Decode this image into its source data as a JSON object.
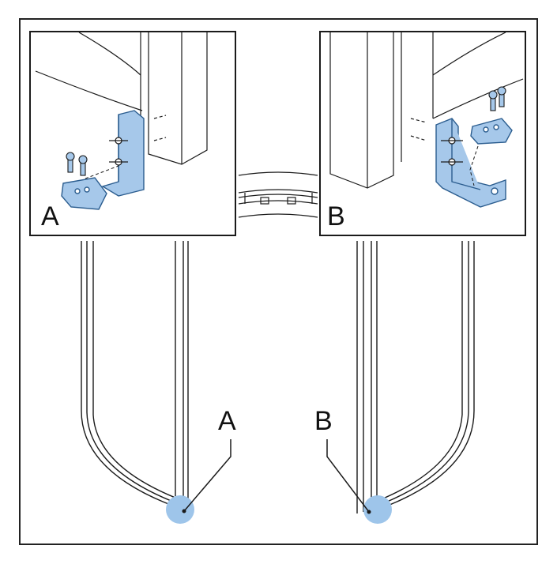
{
  "detail_a": {
    "label": "A"
  },
  "detail_b": {
    "label": "B"
  },
  "callout_a": {
    "label": "A"
  },
  "callout_b": {
    "label": "B"
  },
  "colors": {
    "line": "#1a1a1a",
    "bracket_fill": "#a6c8ea",
    "bracket_stroke": "#2b5d8f",
    "marker": "#9ec5ea",
    "frame": "#222222"
  }
}
